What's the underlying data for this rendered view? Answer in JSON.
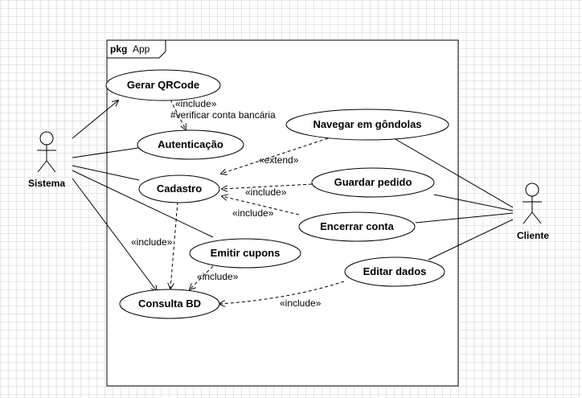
{
  "package": {
    "keyword": "pkg",
    "name": "App"
  },
  "actors": {
    "sistema": "Sistema",
    "cliente": "Cliente"
  },
  "use_cases": {
    "gerar_qrcode": "Gerar QRCode",
    "autenticacao": "Autenticação",
    "cadastro": "Cadastro",
    "consulta_bd": "Consulta BD",
    "emitir_cupons": "Emitir cupons",
    "navegar": "Navegar em gôndolas",
    "guardar_pedido": "Guardar pedido",
    "encerrar_conta": "Encerrar conta",
    "editar_dados": "Editar dados"
  },
  "relations": {
    "include_qr": "«include»",
    "include_qr_note": "#verificar conta bancária",
    "extend_navegar": "«extend»",
    "include_guardar": "«include»",
    "include_encerrar": "«include»",
    "include_cadastro_bd": "«include»",
    "include_emitir_bd": "«include»",
    "include_editar_bd": "«include»"
  },
  "colors": {
    "line": "#000000",
    "background": "#ffffff",
    "grid": "#e6e6e6"
  }
}
